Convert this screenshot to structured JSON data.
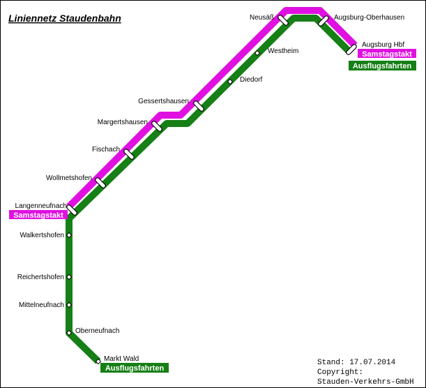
{
  "title": "Liniennetz Staudenbahn",
  "colors": {
    "samstagstakt": "#e010e0",
    "ausflugsfahrten": "#167f16"
  },
  "stations": {
    "neusaess": "Neusäß",
    "augsburg_oberhausen": "Augsburg-Oberhausen",
    "augsburg_hbf": "Augsburg Hbf",
    "westheim": "Westheim",
    "diedorf": "Diedorf",
    "gessertshausen": "Gessertshausen",
    "margertshausen": "Margertshausen",
    "fischach": "Fischach",
    "wollmetshofen": "Wollmetshofen",
    "langenneufnach": "Langenneufnach",
    "walkertshofen": "Walkertshofen",
    "reichertshofen": "Reichertshofen",
    "mittelneufnach": "Mittelneufnach",
    "oberneufnach": "Oberneufnach",
    "markt_wald": "Markt Wald"
  },
  "badges": {
    "samstagstakt": "Samstagstakt",
    "ausflugsfahrten": "Ausflugsfahrten"
  },
  "footer": {
    "stand": "Stand: 17.07.2014",
    "copyright": "Copyright:",
    "owner": "Stauden-Verkehrs-GmbH"
  }
}
